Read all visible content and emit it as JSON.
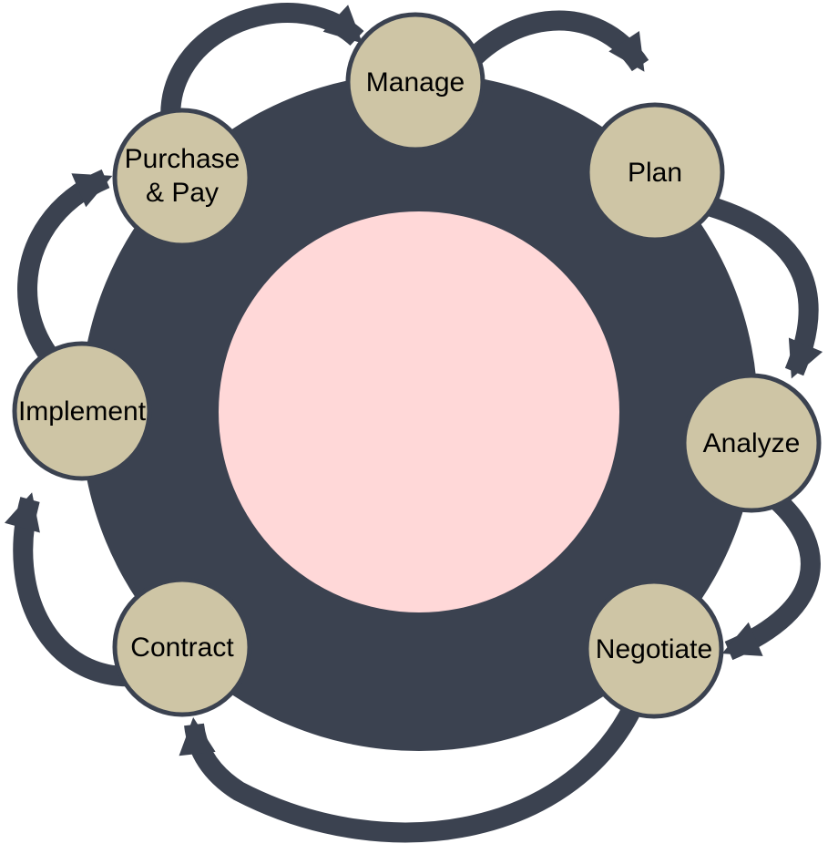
{
  "diagram": {
    "type": "cycle",
    "direction": "clockwise",
    "nodes": {
      "manage": {
        "label": "Manage"
      },
      "plan": {
        "label": "Plan"
      },
      "analyze": {
        "label": "Analyze"
      },
      "negotiate": {
        "label": "Negotiate"
      },
      "contract": {
        "label": "Contract"
      },
      "implement": {
        "label": "Implement"
      },
      "purchase_pay": {
        "label_line1": "Purchase",
        "label_line2": "& Pay"
      }
    },
    "flow_sequence": [
      "Manage",
      "Plan",
      "Analyze",
      "Negotiate",
      "Contract",
      "Implement",
      "Purchase & Pay",
      "Manage"
    ],
    "arrows": [
      {
        "from": "Manage",
        "to": "Plan"
      },
      {
        "from": "Plan",
        "to": "Analyze"
      },
      {
        "from": "Analyze",
        "to": "Negotiate"
      },
      {
        "from": "Negotiate",
        "to": "Contract"
      },
      {
        "from": "Contract",
        "to": "Implement"
      },
      {
        "from": "Implement",
        "to": "Purchase & Pay"
      },
      {
        "from": "Purchase & Pay",
        "to": "Manage"
      }
    ],
    "colors": {
      "ring_fill": "#3B4250",
      "arrow_color": "#3B4250",
      "node_fill": "#CEC5A5",
      "node_outline": "#3B4250",
      "center_fill": "#FFD8D8",
      "label_color": "#000000",
      "background": "#FFFFFF"
    }
  }
}
